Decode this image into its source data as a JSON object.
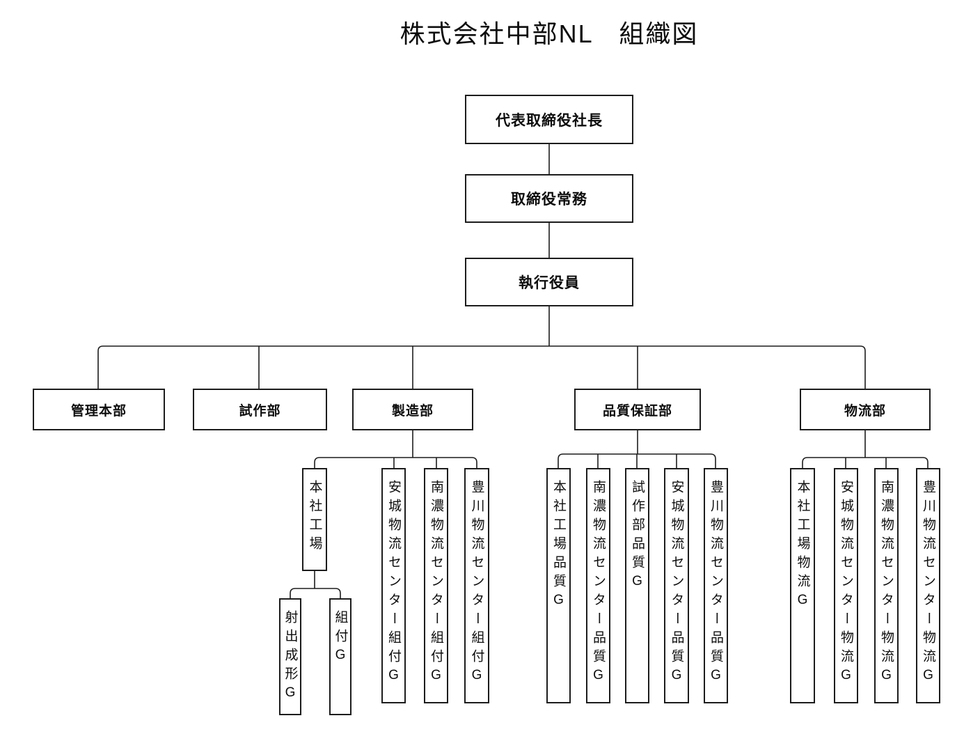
{
  "title": "株式会社中部NL　組織図",
  "colors": {
    "background": "#ffffff",
    "box_border": "#1c1c1c",
    "box_fill": "#ffffff",
    "line": "#1c1c1c",
    "text": "#0d0d0d"
  },
  "org": {
    "level1": "代表取締役社長",
    "level2": "取締役常務",
    "level3": "執行役員",
    "departments": [
      {
        "label": "管理本部",
        "children": []
      },
      {
        "label": "試作部",
        "children": []
      },
      {
        "label": "製造部",
        "children": [
          {
            "label": "本社工場",
            "children": [
              {
                "label": "射出成形G"
              },
              {
                "label": "組付G"
              }
            ]
          },
          {
            "label": "安城物流センター組付G"
          },
          {
            "label": "南濃物流センター組付G"
          },
          {
            "label": "豊川物流センター組付G"
          }
        ]
      },
      {
        "label": "品質保証部",
        "children": [
          {
            "label": "本社工場品質G"
          },
          {
            "label": "南濃物流センター品質G"
          },
          {
            "label": "試作部品質G"
          },
          {
            "label": "安城物流センター品質G"
          },
          {
            "label": "豊川物流センター品質G"
          }
        ]
      },
      {
        "label": "物流部",
        "children": [
          {
            "label": "本社工場物流G"
          },
          {
            "label": "安城物流センター物流G"
          },
          {
            "label": "南濃物流センター物流G"
          },
          {
            "label": "豊川物流センター物流G"
          }
        ]
      }
    ]
  }
}
